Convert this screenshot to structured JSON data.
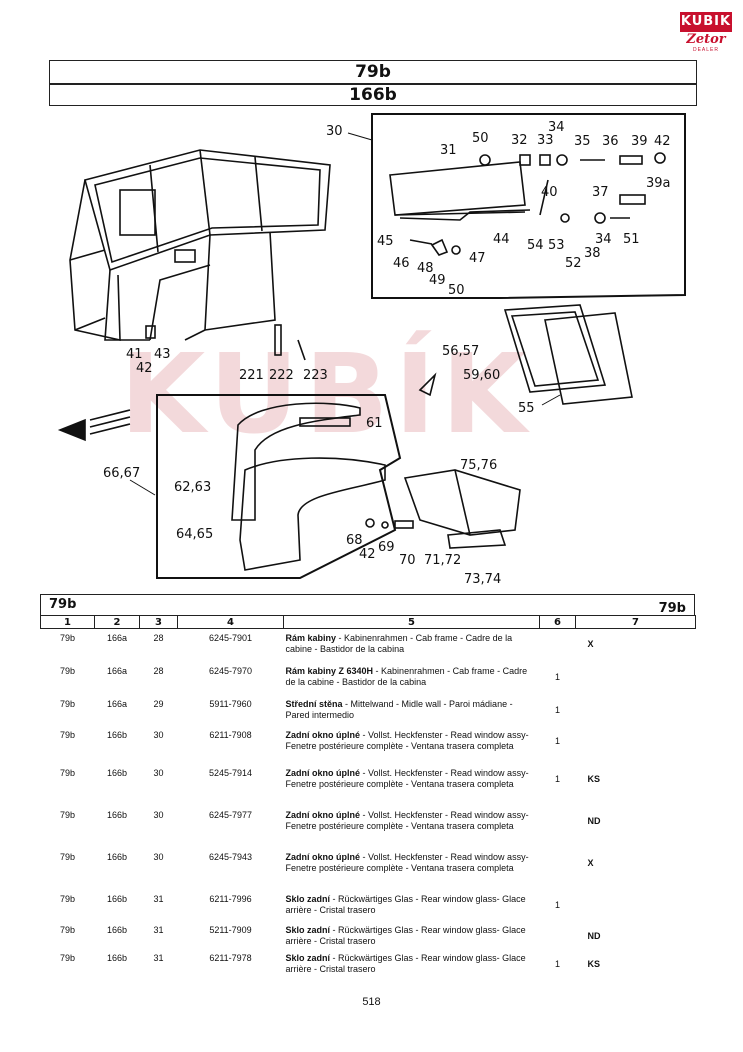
{
  "brand": {
    "name": "KUBIK",
    "sub": "Zetor",
    "tag": "DEALER"
  },
  "header": {
    "group": "79b",
    "subgroup": "166b"
  },
  "watermark": {
    "text": "KUBÍK"
  },
  "callouts": [
    {
      "id": "c30",
      "text": "30"
    },
    {
      "id": "c31",
      "text": "31"
    },
    {
      "id": "c50a",
      "text": "50"
    },
    {
      "id": "c32",
      "text": "32"
    },
    {
      "id": "c33",
      "text": "33"
    },
    {
      "id": "c34a",
      "text": "34"
    },
    {
      "id": "c35",
      "text": "35"
    },
    {
      "id": "c36",
      "text": "36"
    },
    {
      "id": "c39",
      "text": "39"
    },
    {
      "id": "c42a",
      "text": "42"
    },
    {
      "id": "c39a",
      "text": "39a"
    },
    {
      "id": "c40",
      "text": "40"
    },
    {
      "id": "c37",
      "text": "37"
    },
    {
      "id": "c54",
      "text": "54"
    },
    {
      "id": "c53",
      "text": "53"
    },
    {
      "id": "c34b",
      "text": "34"
    },
    {
      "id": "c51",
      "text": "51"
    },
    {
      "id": "c38",
      "text": "38"
    },
    {
      "id": "c52",
      "text": "52"
    },
    {
      "id": "c44",
      "text": "44"
    },
    {
      "id": "c45",
      "text": "45"
    },
    {
      "id": "c46",
      "text": "46"
    },
    {
      "id": "c48",
      "text": "48"
    },
    {
      "id": "c47",
      "text": "47"
    },
    {
      "id": "c49",
      "text": "49"
    },
    {
      "id": "c50b",
      "text": "50"
    },
    {
      "id": "c41",
      "text": "41"
    },
    {
      "id": "c43",
      "text": "43"
    },
    {
      "id": "c42b",
      "text": "42"
    },
    {
      "id": "c221",
      "text": "221"
    },
    {
      "id": "c222",
      "text": "222"
    },
    {
      "id": "c223",
      "text": "223"
    },
    {
      "id": "c5657",
      "text": "56,57"
    },
    {
      "id": "c5960",
      "text": "59,60"
    },
    {
      "id": "c55",
      "text": "55"
    },
    {
      "id": "c61",
      "text": "61"
    },
    {
      "id": "c6667",
      "text": "66,67"
    },
    {
      "id": "c6263",
      "text": "62,63"
    },
    {
      "id": "c6465",
      "text": "64,65"
    },
    {
      "id": "c7576",
      "text": "75,76"
    },
    {
      "id": "c68",
      "text": "68"
    },
    {
      "id": "c42c",
      "text": "42"
    },
    {
      "id": "c69",
      "text": "69"
    },
    {
      "id": "c70",
      "text": "70"
    },
    {
      "id": "c7172",
      "text": "71,72"
    },
    {
      "id": "c7374",
      "text": "73,74"
    }
  ],
  "table": {
    "title_left": "79b",
    "title_right": "79b",
    "columns": [
      "1",
      "2",
      "3",
      "4",
      "5",
      "6",
      "7"
    ],
    "rows": [
      {
        "c1": "79b",
        "c2": "166a",
        "c3": "28",
        "c4": "6245-7901",
        "name": "Rám kabiny",
        "desc": " - Kabinenrahmen - Cab frame - Cadre de la cabine - Bastidor de la cabina",
        "qty": "",
        "note": "X"
      },
      {
        "c1": "79b",
        "c2": "166a",
        "c3": "28",
        "c4": "6245-7970",
        "name": "Rám kabiny Z 6340H",
        "desc": " - Kabinenrahmen - Cab frame - Cadre de la cabine - Bastidor de la cabina",
        "qty": "1",
        "note": ""
      },
      {
        "c1": "79b",
        "c2": "166a",
        "c3": "29",
        "c4": "5911-7960",
        "name": "Střední stěna",
        "desc": " - Mittelwand - Midle wall - Paroi mádiane - Pared intermedio",
        "qty": "1",
        "note": ""
      },
      {
        "c1": "79b",
        "c2": "166b",
        "c3": "30",
        "c4": "6211-7908",
        "name": "Zadní okno úplné",
        "desc": " - Vollst. Heckfenster - Read window assy- Fenetre postérieure complète - Ventana trasera completa",
        "qty": "1",
        "note": ""
      },
      {
        "c1": "79b",
        "c2": "166b",
        "c3": "30",
        "c4": "5245-7914",
        "name": "Zadní okno úplné",
        "desc": " - Vollst. Heckfenster - Read window assy- Fenetre postérieure complète - Ventana trasera completa",
        "qty": "1",
        "note": "KS"
      },
      {
        "c1": "79b",
        "c2": "166b",
        "c3": "30",
        "c4": "6245-7977",
        "name": "Zadní okno úplné",
        "desc": " - Vollst. Heckfenster - Read window assy- Fenetre postérieure complète - Ventana trasera completa",
        "qty": "",
        "note": "ND"
      },
      {
        "c1": "79b",
        "c2": "166b",
        "c3": "30",
        "c4": "6245-7943",
        "name": "Zadní okno úplné",
        "desc": " - Vollst. Heckfenster - Read window assy- Fenetre postérieure complète - Ventana trasera completa",
        "qty": "",
        "note": "X"
      },
      {
        "c1": "79b",
        "c2": "166b",
        "c3": "31",
        "c4": "6211-7996",
        "name": "Sklo zadní",
        "desc": " - Rückwärtiges Glas - Rear window glass- Glace arrière - Cristal trasero",
        "qty": "1",
        "note": ""
      },
      {
        "c1": "79b",
        "c2": "166b",
        "c3": "31",
        "c4": "5211-7909",
        "name": "Sklo zadní",
        "desc": " - Rückwärtiges Glas - Rear window glass- Glace arrière - Cristal trasero",
        "qty": "",
        "note": "ND"
      },
      {
        "c1": "79b",
        "c2": "166b",
        "c3": "31",
        "c4": "6211-7978",
        "name": "Sklo zadní",
        "desc": " - Rückwärtiges Glas - Rear window glass- Glace arrière - Cristal trasero",
        "qty": "1",
        "note": "KS"
      }
    ]
  },
  "page_number": "518",
  "colors": {
    "brand_red": "#c8102e",
    "ink": "#111111",
    "watermark": "#f3d9db"
  }
}
